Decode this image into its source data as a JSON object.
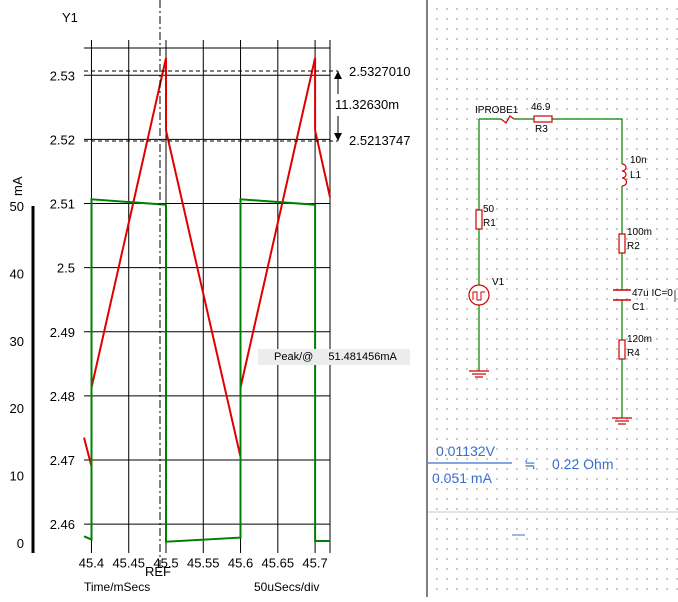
{
  "plot": {
    "y1_label": "Y1",
    "y2_unit": "mA",
    "time_label": "Time/mSecs",
    "div_label": "50uSecs/div",
    "ref_label": "REF",
    "cursor_top": "2.5327010",
    "cursor_bottom": "2.5213747",
    "cursor_delta": "11.32630m",
    "peak_label": "Peak/@",
    "peak_value": "51.481456mA",
    "colors": {
      "red_trace": "#e00000",
      "green_trace": "#008000",
      "grid": "#000000"
    }
  },
  "chart_data": {
    "type": "line",
    "xlabel": "Time/mSecs",
    "x_ticks": [
      "45.4",
      "45.45",
      "45.5",
      "45.55",
      "45.6",
      "45.65",
      "45.7"
    ],
    "xlim": [
      45.39,
      45.72
    ],
    "y1_ticks": [
      "2.53",
      "2.52",
      "2.51",
      "2.5",
      "2.49",
      "2.48",
      "2.47",
      "2.46"
    ],
    "y1lim": [
      2.4555,
      2.5355
    ],
    "y2_ticks": [
      "50",
      "40",
      "30",
      "20",
      "10",
      "0"
    ],
    "y2lim": [
      0,
      50
    ],
    "series": [
      {
        "axis": "y1",
        "color": "#e00000",
        "x": [
          45.39,
          45.4,
          45.4,
          45.5,
          45.5,
          45.6,
          45.6,
          45.7,
          45.7,
          45.72
        ],
        "y": [
          2.4735,
          2.469,
          2.4813,
          2.5327,
          2.5214,
          2.4705,
          2.4813,
          2.5327,
          2.5214,
          2.511
        ]
      },
      {
        "axis": "y2",
        "color": "#008000",
        "x": [
          45.39,
          45.4,
          45.4,
          45.5,
          45.5,
          45.6,
          45.6,
          45.7,
          45.7,
          45.72
        ],
        "y": [
          1.0,
          0.5,
          51.0,
          50.2,
          0.2,
          0.8,
          51.0,
          50.2,
          0.3,
          0.3
        ]
      }
    ]
  },
  "schematic": {
    "iprobe": "IPROBE1",
    "r3_value": "46.9",
    "r3_name": "R3",
    "r1_value": "50",
    "r1_name": "R1",
    "v1_name": "V1",
    "l1_value": "10n",
    "l1_name": "L1",
    "r2_value": "100m",
    "r2_name": "R2",
    "c1_value": "47u IC=0",
    "c1_name": "C1",
    "r4_value": "120m",
    "r4_name": "R4",
    "colors": {
      "wire": "#008000",
      "component": "#d00000"
    }
  },
  "equation": {
    "numerator": "0.01132V",
    "denominator": "0.051 mA",
    "approx": "≒",
    "result": "0.22 Ohm",
    "color": "#3a6fd0"
  }
}
